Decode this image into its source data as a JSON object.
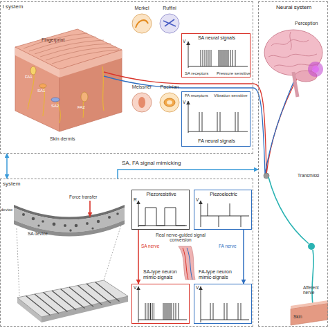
{
  "diagram": {
    "nodes": [
      {
        "text": [
          "l system"
        ]
      },
      {
        "text": [
          "SA neural signals",
          "SA receptors",
          "Pressure sensitive"
        ],
        "in": 0
      },
      {
        "text": [
          "FA receptors",
          "Vibration sensitive",
          "FA neural signals"
        ],
        "in": 0
      },
      {
        "text": [
          "system"
        ]
      },
      {
        "text": [
          "Piezoresistive"
        ],
        "in": 3
      },
      {
        "text": [
          "Piezoelectric"
        ],
        "in": 3
      },
      {
        "text": [
          "SA-type neuron mimic-signals"
        ],
        "in": 3
      },
      {
        "text": [
          "FA-type neuron mimic-signals"
        ],
        "in": 3
      },
      {
        "text": [
          "Neural system"
        ]
      }
    ],
    "edges": [
      {
        "from": 0,
        "to": 3,
        "arrow": "both"
      },
      {
        "from": 3,
        "to": 8,
        "label": "SA, FA signal mimicking",
        "arrow": "to"
      },
      {
        "from": 4,
        "to": 6,
        "label": "SA nerve",
        "arrow": "to"
      },
      {
        "from": 5,
        "to": 7,
        "label": "FA nerve",
        "arrow": "to"
      }
    ],
    "labels": [
      "Fingerprint",
      "FA1",
      "SA1",
      "SA2",
      "FA2",
      "Skin dermis",
      "Merkel",
      "Ruffini",
      "Meissner",
      "Pacinian",
      "V",
      "V",
      "Force transfer",
      "SA device",
      "device",
      "R",
      "V",
      "V",
      "V",
      "Real nerve-guided signal conversion",
      "Perception",
      "Transmissi",
      "Afferent nerve",
      "Skin"
    ]
  }
}
